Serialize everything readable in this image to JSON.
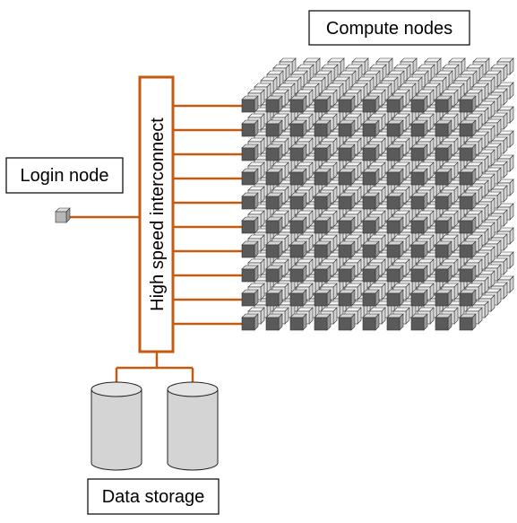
{
  "labels": {
    "compute_nodes": "Compute nodes",
    "login_node": "Login node",
    "interconnect": "High speed interconnect",
    "data_storage": "Data storage"
  },
  "colors": {
    "interconnect": "#c55a11",
    "node_front": "#5a5a5a",
    "node_top": "#d4d4d4",
    "node_side": "#9a9a9a",
    "back_node": "#e6e6e6",
    "cylinder": "#d4d4d4"
  }
}
